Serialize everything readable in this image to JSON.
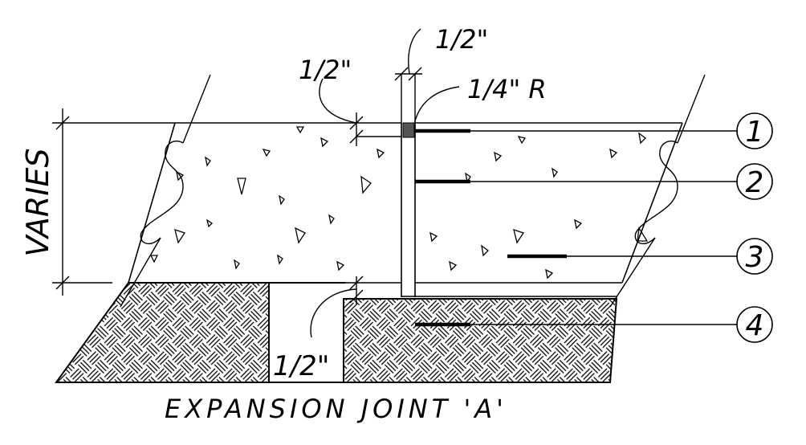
{
  "title": "EXPANSION JOINT 'A'",
  "dimensions": {
    "varies": "VARIES",
    "top_gap": "1/2\"",
    "top_depth": "1/2\"",
    "edge_radius": "1/4\" R",
    "base_gap": "1/2\""
  },
  "callouts": [
    {
      "number": "1"
    },
    {
      "number": "2"
    },
    {
      "number": "3"
    },
    {
      "number": "4"
    }
  ]
}
